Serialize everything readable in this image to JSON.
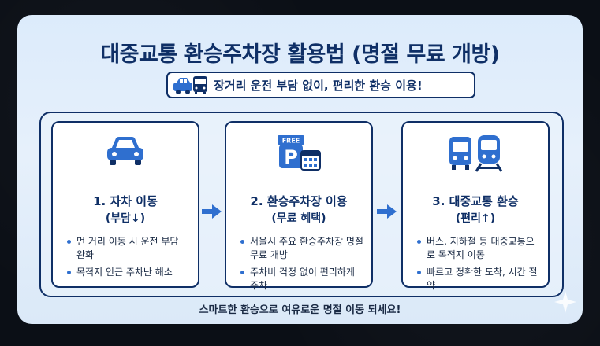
{
  "title": "대중교통 환승주차장 활용법 (명절 무료 개방)",
  "subtitle": "장거리 운전 부담 없이, 편리한 환승 이용!",
  "steps": [
    {
      "title": "1. 자차 이동",
      "sub": "(부담↓)",
      "icon": "car-icon",
      "bullets": [
        "먼 거리 이동 시 운전 부담 완화",
        "목적지 인근 주차난 해소"
      ]
    },
    {
      "title": "2. 환승주차장 이용",
      "sub": "(무료 혜택)",
      "icon": "free-parking-icon",
      "icon_badge": "FREE",
      "icon_letter": "P",
      "bullets": [
        "서울시 주요 환승주차장 명절 무료 개방",
        "주차비 걱정 없이 편리하게 주차"
      ]
    },
    {
      "title": "3. 대중교통 환승",
      "sub": "(편리↑)",
      "icon": "bus-train-icon",
      "bullets": [
        "버스, 지하철 등 대중교통으로 목적지 이동",
        "빠르고 정확한 도착, 시간 절약"
      ]
    }
  ],
  "footer": "스마트한 환승으로 여유로운 명절 이동 되세요!",
  "colors": {
    "navy": "#0f2f66",
    "accent_blue": "#2f6fcf",
    "card_bg": "#dcebfb",
    "page_bg": "#0b0f16"
  }
}
